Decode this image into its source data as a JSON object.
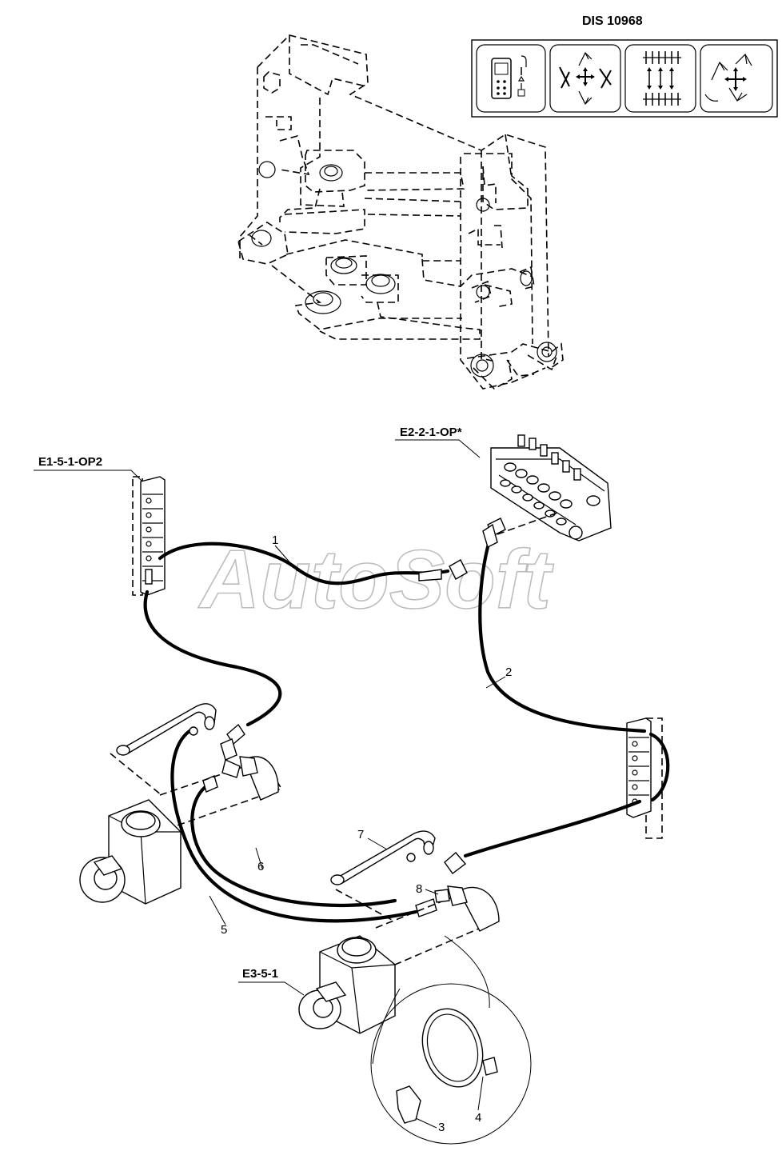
{
  "header": {
    "code": "DIS 10968"
  },
  "mode_icons": [
    {
      "name": "remote-control-icon"
    },
    {
      "name": "boom-cross-control-icon"
    },
    {
      "name": "valve-spool-icon"
    },
    {
      "name": "boom-swing-icon"
    }
  ],
  "watermark": "AutoSoft",
  "references": {
    "tool_rack": "E1-5-1-OP2",
    "control_valve": "E2-2-1-OP*",
    "cylinder": "E3-5-1"
  },
  "callouts": [
    "1",
    "2",
    "3",
    "4",
    "5",
    "6",
    "7",
    "8"
  ]
}
